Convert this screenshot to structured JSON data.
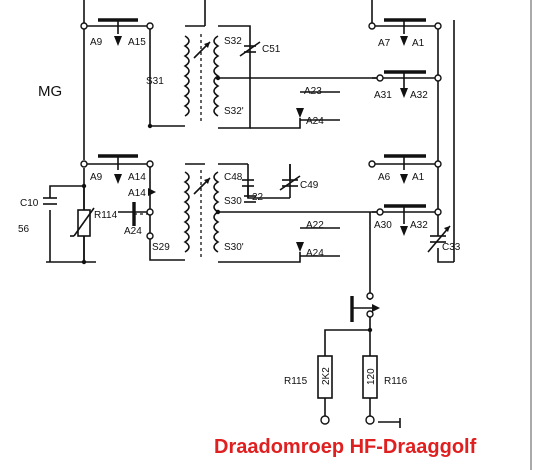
{
  "caption": "Draadomroep HF-Draaggolf",
  "labels": {
    "mg": "MG",
    "a9_top": "A9",
    "a15": "A15",
    "s32": "S32",
    "c51": "C51",
    "a7": "A7",
    "a1_top": "A1",
    "s31": "S31",
    "a23_top": "A23",
    "a31": "A31",
    "a32_top": "A32",
    "s32p": "S32'",
    "a24_top": "A24",
    "a9_mid": "A9",
    "a14_a": "A14",
    "c48": "C48",
    "c49": "C49",
    "a6": "A6",
    "a1_mid": "A1",
    "c10": "C10",
    "a14_b": "A14",
    "c10_val": "56",
    "r114": "R114",
    "s30": "S30",
    "c22": "22",
    "a22": "A22",
    "a30": "A30",
    "a32_mid": "A32",
    "a24_left": "A24",
    "s29": "S29",
    "s30p": "S30'",
    "a24_mid": "A24",
    "c33": "C33",
    "r115": "R115",
    "r115_val": "2K2",
    "r116": "R116",
    "r116_val": "120"
  }
}
